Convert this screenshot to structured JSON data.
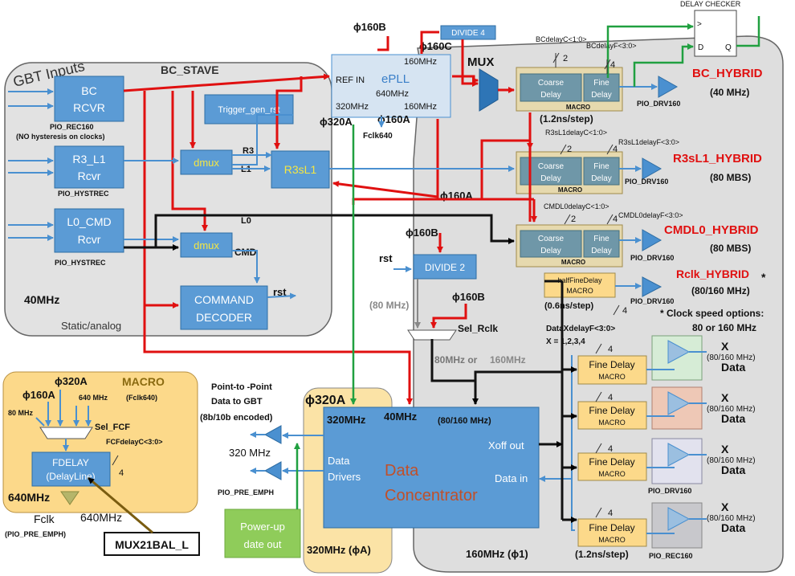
{
  "regions": {
    "gbt_inputs": "GBT Inputs",
    "bc_stave": "BC_STAVE",
    "freq_40": "40MHz",
    "static_analog": "Static/analog",
    "phi320a_dc": "ϕ320A",
    "freq_320_a": "320MHz (ϕA)",
    "freq_160_1": "160MHz (ϕ1)"
  },
  "receivers": {
    "bc_line1": "BC",
    "bc_line2": "RCVR",
    "bc_pio": "PIO_REC160",
    "bc_note": "(NO hysteresis on clocks)",
    "r3l1_line1": "R3_L1",
    "r3l1_line2": "Rcvr",
    "r3l1_pio": "PIO_HYSTREC",
    "l0cmd_line1": "L0_CMD",
    "l0cmd_line2": "Rcvr",
    "l0cmd_pio": "PIO_HYSTREC"
  },
  "logic": {
    "trigger_gen_rst": "Trigger_gen_rst",
    "dmux_top": "dmux",
    "dmux_bottom": "dmux",
    "r3": "R3",
    "l1": "L1",
    "l0": "L0",
    "cmd": "CMD",
    "r3sl1": "R3sL1",
    "cmd_dec_line1": "COMMAND",
    "cmd_dec_line2": "DECODER",
    "rst_out": "rst"
  },
  "pll": {
    "title": "ePLL",
    "ref_in": "REF IN",
    "out_160_top": "160MHz",
    "out_640": "640MHz",
    "out_320": "320MHz",
    "out_160_bottom": "160MHz",
    "phi160b": "ϕ160B",
    "phi160c": "ϕ160C",
    "phi320a": "ϕ320A",
    "phi160a": "ϕ160A",
    "fclk640": "Fclk640"
  },
  "clocking": {
    "divide4": "DIVIDE 4",
    "mux": "MUX",
    "divide2": "DIVIDE 2",
    "phi160b_div2": "ϕ160B",
    "rst_in": "rst",
    "freq_80_gray": "(80 MHz)",
    "phi160b_sel": "ϕ160B",
    "sel_rclk": "Sel_Rclk",
    "freq_80_160_lead": "80MHz or",
    "freq_80_160_tail": "160MHz",
    "phi160a_mid": "ϕ160A"
  },
  "delay_checker": {
    "title": "DELAY CHECKER",
    "d": "D",
    "q": "Q",
    "arrow_in": ">"
  },
  "hybrid_channels": [
    {
      "delayC": "BCdelayC<1:0>",
      "delayF": "BCdelayF<3:0>",
      "coarse_line1": "Coarse",
      "coarse_line2": "Delay",
      "fine_line1": "Fine",
      "fine_line2": "Delay",
      "macro": "MACRO",
      "bits_c": "2",
      "bits_f": "4",
      "step": "(1.2ns/step)",
      "pio": "PIO_DRV160",
      "name": "BC_HYBRID",
      "rate": "(40 MHz)"
    },
    {
      "delayC": "R3sL1delayC<1:0>",
      "delayF": "R3sL1delayF<3:0>",
      "coarse_line1": "Coarse",
      "coarse_line2": "Delay",
      "fine_line1": "Fine",
      "fine_line2": "Delay",
      "macro": "MACRO",
      "bits_c": "2",
      "bits_f": "4",
      "pio": "PIO_DRV160",
      "name": "R3sL1_HYBRID",
      "rate": "(80 MBS)"
    },
    {
      "delayC": "CMDL0delayC<1:0>",
      "delayF": "CMDL0delayF<3:0>",
      "coarse_line1": "Coarse",
      "coarse_line2": "Delay",
      "fine_line1": "Fine",
      "fine_line2": "Delay",
      "macro": "MACRO",
      "bits_c": "2",
      "bits_f": "4",
      "pio": "PIO_DRV160",
      "name": "CMDL0_HYBRID",
      "rate": "(80 MBS)"
    }
  ],
  "rclk": {
    "half_line1": "halfFineDelay",
    "half_line2": "MACRO",
    "step": "(0.6ns/step)",
    "bits": "4",
    "pio": "PIO_DRV160",
    "name": "Rclk_HYBRID",
    "star": "*",
    "rate": "(80/160 MHz)",
    "note_line1": "* Clock speed options:",
    "note_line2": "80 or 160 MHz"
  },
  "data_channels": {
    "delay_label": "DataXdelayF<3:0>",
    "x_range": "X = 1,2,3,4",
    "fine_line1": "Fine Delay",
    "macro": "MACRO",
    "bits": "4",
    "x": "X",
    "rate": "(80/160 MHz)",
    "data": "Data",
    "pio_drv": "PIO_DRV160",
    "pio_rec": "PIO_REC160",
    "step": "(1.2ns/step)"
  },
  "data_concentrator": {
    "freq_320": "320MHz",
    "freq_40": "40MHz",
    "freq_80_160": "(80/160 MHz)",
    "drivers_line1": "Data",
    "drivers_line2": "Drivers",
    "title_line1": "Data",
    "title_line2": "Concentrator",
    "xoff_out": "Xoff out",
    "data_in": "Data in"
  },
  "gbt_output": {
    "title_line1": "Point-to -Point",
    "title_line2": "Data  to GBT",
    "title_line3": "(8b/10b encoded)",
    "freq": "320 MHz",
    "pio": "PIO_PRE_EMPH",
    "powerup_line1": "Power-up",
    "powerup_line2": "date out"
  },
  "fdelay_macro": {
    "macro": "MACRO",
    "phi320a": "ϕ320A",
    "phi160a": "ϕ160A",
    "freq_640": "640 MHz",
    "fclk640": "(Fclk640)",
    "freq_80": "80 MHz",
    "sel_fcf": "Sel_FCF",
    "fcfdelay": "FCFdelayC<3:0>",
    "fdelay_line1": "FDELAY",
    "fdelay_line2": "(DelayLine)",
    "bits": "4",
    "freq_640_big": "640MHz",
    "fclk": "Fclk",
    "freq_640_out": "640MHz",
    "pio": "(PIO_PRE_EMPH)",
    "mux_label": "MUX21BAL_L"
  }
}
